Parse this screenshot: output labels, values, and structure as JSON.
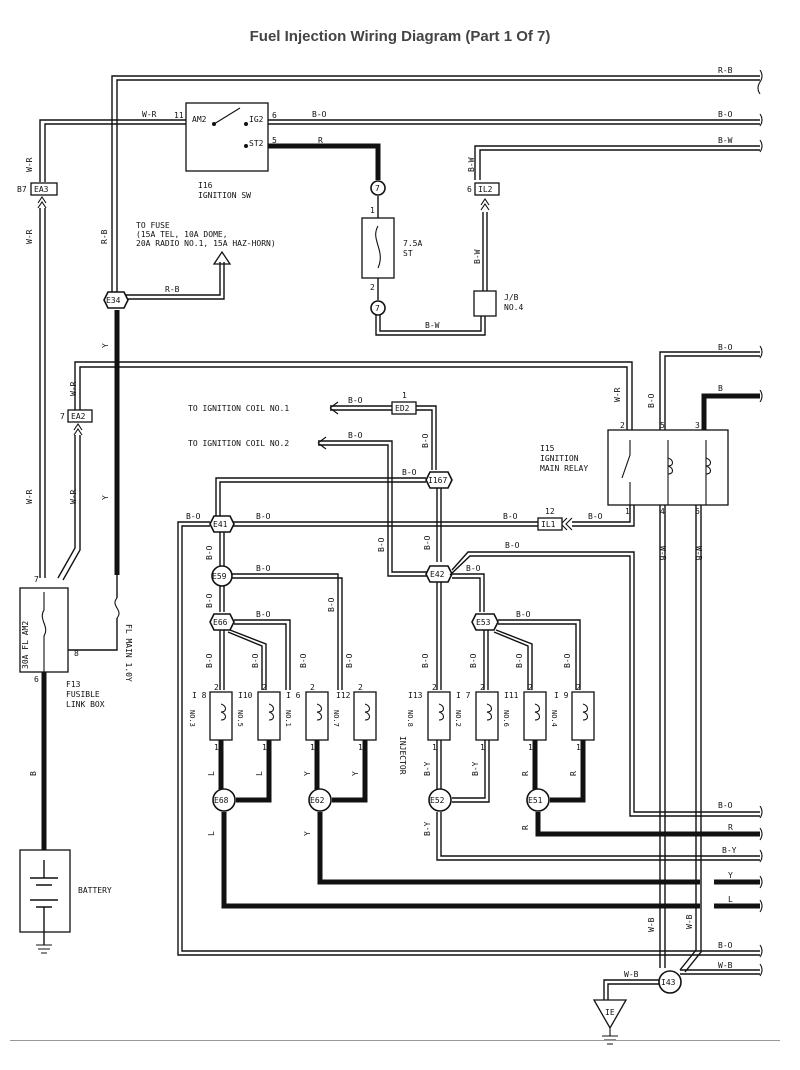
{
  "title": "Fuel Injection Wiring Diagram (Part 1 Of 7)",
  "wire_colors": {
    "rb": "R-B",
    "bo": "B-O",
    "bw": "B-W",
    "wr": "W-R",
    "r": "R",
    "b": "B",
    "y": "Y",
    "l": "L",
    "by": "B-Y",
    "wb": "W-B"
  },
  "connectors": {
    "ea3": "EA3",
    "b7": "B7",
    "e34": "E34",
    "ea2": "EA2",
    "a7": "7",
    "il2": "IL2",
    "il2_pin": "6",
    "ed2": "ED2",
    "ed2_pin": "1",
    "i167": "I167",
    "e41": "E41",
    "il1": "IL1",
    "il1_pin": "12",
    "e59": "E59",
    "e42": "E42",
    "e66": "E66",
    "e53": "E53",
    "e68": "E68",
    "e62": "E62",
    "e52": "E52",
    "e51": "E51",
    "i43": "I43",
    "ie": "IE",
    "j7a": "7",
    "j7b": "7"
  },
  "ignition_switch": {
    "name": "I16",
    "label": "IGNITION SW",
    "am2": "AM2",
    "ig2": "IG2",
    "st2": "ST2",
    "pin11": "11",
    "pin6": "6",
    "pin5": "5"
  },
  "fuse_note": {
    "line1": "TO FUSE",
    "line2": "(15A TEL, 10A DOME,",
    "line3": " 20A RADIO NO.1, 15A HAZ-HORN)"
  },
  "st_fuse": {
    "rating": "7.5A",
    "name": "ST",
    "pin1": "1",
    "pin2": "2"
  },
  "jb": {
    "line1": "J/B",
    "line2": "NO.4"
  },
  "relay": {
    "name": "I15",
    "line1": "IGNITION",
    "line2": "MAIN RELAY",
    "pin2": "2",
    "pin5": "5",
    "pin3": "3",
    "pin1": "1",
    "pin4": "4",
    "pin6": "6"
  },
  "fusible_box": {
    "fuse": "30A FL AM2",
    "pin7": "7",
    "pin8": "8",
    "pin6": "6",
    "name": "F13",
    "line1": "FUSIBLE",
    "line2": "LINK BOX"
  },
  "fl_main": "FL MAIN 1.0Y",
  "battery": "BATTERY",
  "ignition_coils": {
    "coil1": "TO IGNITION COIL NO.1",
    "coil2": "TO IGNITION COIL NO.2"
  },
  "injector_label": "INJECTOR",
  "injectors": [
    {
      "id": "I 8",
      "name": "NO.3"
    },
    {
      "id": "I10",
      "name": "NO.5"
    },
    {
      "id": "I 6",
      "name": "NO.1"
    },
    {
      "id": "I12",
      "name": "NO.7"
    },
    {
      "id": "I13",
      "name": "NO.8"
    },
    {
      "id": "I 7",
      "name": "NO.2"
    },
    {
      "id": "I11",
      "name": "NO.6"
    },
    {
      "id": "I 9",
      "name": "NO.4"
    }
  ],
  "pin_labels": {
    "p1": "1",
    "p2": "2"
  }
}
